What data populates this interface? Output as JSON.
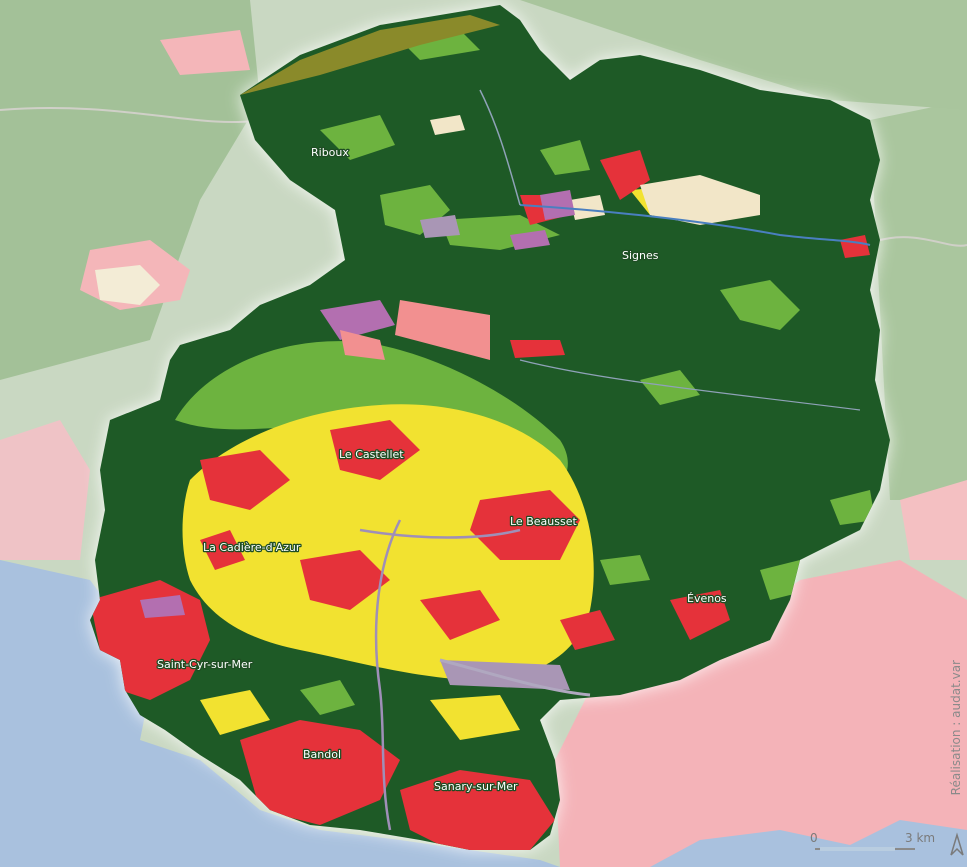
{
  "map": {
    "towns": [
      {
        "id": "riboux",
        "label": "Riboux"
      },
      {
        "id": "signes",
        "label": "Signes"
      },
      {
        "id": "le-castellet",
        "label": "Le Castellet"
      },
      {
        "id": "le-beausset",
        "label": "Le Beausset"
      },
      {
        "id": "la-cadiere",
        "label": "La Cadière-d'Azur"
      },
      {
        "id": "evenos",
        "label": "Évenos"
      },
      {
        "id": "saint-cyr",
        "label": "Saint-Cyr-sur-Mer"
      },
      {
        "id": "bandol",
        "label": "Bandol"
      },
      {
        "id": "sanary",
        "label": "Sanary-sur-Mer"
      }
    ],
    "scale": {
      "start": "0",
      "end": "3 km"
    },
    "credit": "Réalisation : audat.var",
    "colors": {
      "forest": "#1e5a26",
      "shrubland": "#6db33f",
      "urban": "#e5323a",
      "vineyard": "#f2e230",
      "quarry": "#b36fb0",
      "fields": "#f2e6c8",
      "sea": "#a9c1de",
      "outside_forest": "#9fbf94",
      "outside_urban": "#f4b3b8"
    }
  }
}
